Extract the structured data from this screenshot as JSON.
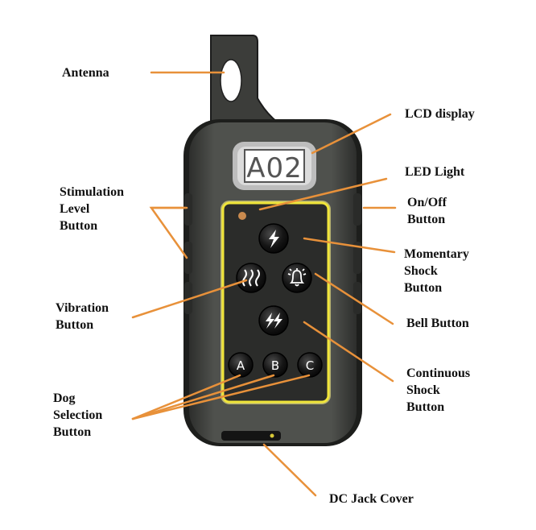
{
  "lcd": {
    "text": "A02"
  },
  "buttons": {
    "momentary_shock": {
      "icon": "lightning-icon"
    },
    "vibration": {
      "icon": "vibration-waves-icon"
    },
    "bell": {
      "icon": "bell-icon"
    },
    "continuous_shock": {
      "icon": "double-lightning-icon"
    },
    "dog_a": {
      "text": "A"
    },
    "dog_b": {
      "text": "B"
    },
    "dog_c": {
      "text": "C"
    }
  },
  "labels": {
    "antenna": [
      "Antenna"
    ],
    "lcd_display": [
      "LCD display"
    ],
    "led_light": [
      "LED Light"
    ],
    "stimulation_level": [
      "Stimulation",
      "Level",
      "Button"
    ],
    "on_off": [
      "On/Off",
      "Button"
    ],
    "momentary_shock": [
      "Momentary",
      "Shock",
      "Button"
    ],
    "vibration": [
      "Vibration",
      "Button"
    ],
    "bell": [
      "Bell Button"
    ],
    "continuous_shock": [
      "Continuous",
      "Shock",
      "Button"
    ],
    "dog_selection": [
      "Dog",
      "Selection",
      "Button"
    ],
    "dc_jack_cover": [
      "DC Jack Cover"
    ]
  },
  "colors": {
    "leader": "#e8913a",
    "body": "#4b4d4a",
    "body_edge": "#1f201e",
    "panel": "#2a2b29",
    "panel_border": "#f3ea5a",
    "lcd_bg": "#d9d9d9",
    "button": "#1a1a1a",
    "led": "#c98a4e"
  }
}
